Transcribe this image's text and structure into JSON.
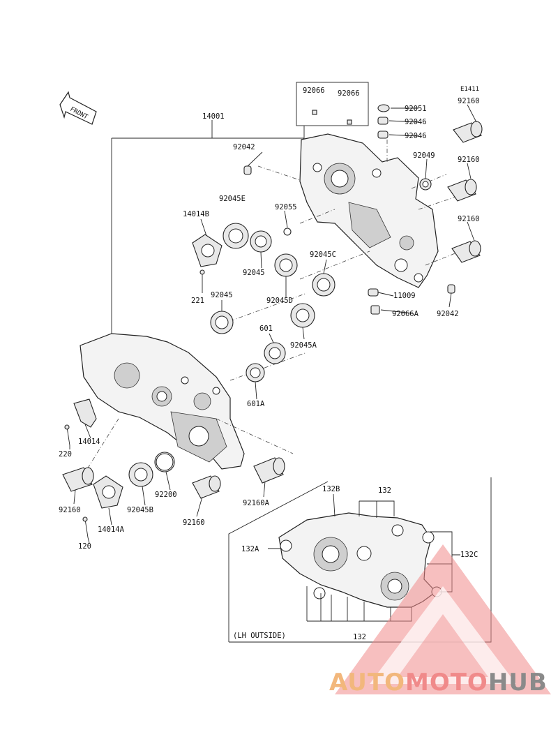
{
  "diagram": {
    "code": "E1411",
    "front_label": "FRONT",
    "labels": {
      "p14001": "14001",
      "p92066a": "92066",
      "p92066b": "92066",
      "p92051": "92051",
      "p92046a": "92046",
      "p92046b": "92046",
      "p92160a": "92160",
      "p92049": "92049",
      "p92160b": "92160",
      "p92160c": "92160",
      "p92042a": "92042",
      "p92045e": "92045E",
      "p92055": "92055",
      "p14014b": "14014B",
      "p92045a": "92045",
      "p92045c": "92045C",
      "p221": "221",
      "p92045b": "92045",
      "p92045d": "92045D",
      "p11009": "11009",
      "p92066A": "92066A",
      "p92042b": "92042",
      "p601": "601",
      "p92045A": "92045A",
      "p601a": "601A",
      "p14014": "14014",
      "p220": "220",
      "p92160d": "92160",
      "p14014a": "14014A",
      "p120": "120",
      "p92045B": "92045B",
      "p92200": "92200",
      "p92160e": "92160",
      "p92160A": "92160A",
      "p132b": "132B",
      "p132a": "132",
      "p132A": "132A",
      "p132C": "132C",
      "p132b2": "132",
      "lh_outside": "(LH OUTSIDE)"
    }
  },
  "watermark": {
    "part1": "AUTO",
    "part2": "MOTO",
    "part3": "HUB",
    "colors": {
      "light": "#f2b77c",
      "red": "#f08a8a",
      "gray": "#8a8a8a"
    }
  }
}
